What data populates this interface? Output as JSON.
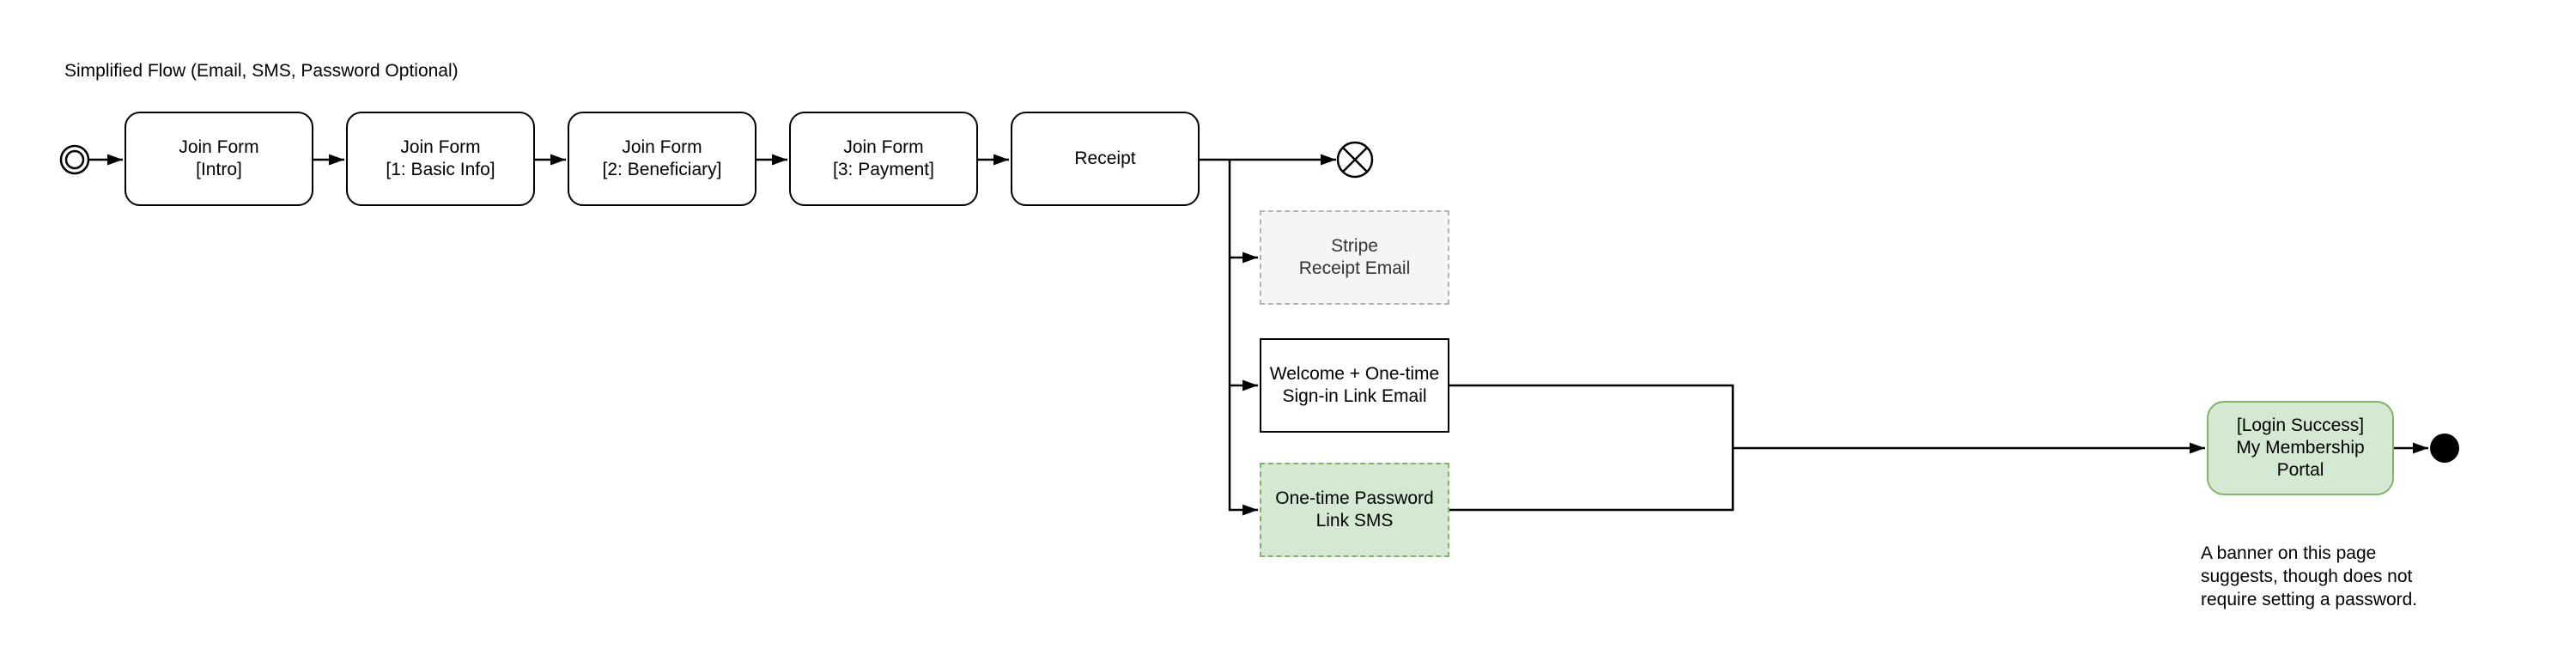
{
  "title": "Simplified Flow (Email, SMS, Password Optional)",
  "nodes": {
    "join_intro": {
      "lines": [
        "Join Form",
        "[Intro]"
      ]
    },
    "join_basic": {
      "lines": [
        "Join Form",
        "[1: Basic Info]"
      ]
    },
    "join_beneficiary": {
      "lines": [
        "Join Form",
        "[2: Beneficiary]"
      ]
    },
    "join_payment": {
      "lines": [
        "Join Form",
        "[3: Payment]"
      ]
    },
    "receipt": {
      "lines": [
        "Receipt"
      ]
    },
    "stripe_email": {
      "lines": [
        "Stripe",
        "Receipt Email"
      ]
    },
    "welcome_email": {
      "lines": [
        "Welcome + One-time",
        "Sign-in Link Email"
      ]
    },
    "otp_sms": {
      "lines": [
        "One-time Password",
        "Link SMS"
      ]
    },
    "portal": {
      "lines": [
        "[Login Success]",
        "My Membership",
        "Portal"
      ]
    }
  },
  "note": {
    "lines": [
      "A banner on this page",
      "suggests, though does not",
      "require setting a password."
    ]
  },
  "icons": {
    "start_event": "start-event-icon",
    "cancel_end_event": "cancel-end-event-icon",
    "end_event": "end-event-icon"
  },
  "colors": {
    "line": "#000000",
    "task_border": "#000000",
    "task_fill": "#ffffff",
    "gray_fill": "#f5f5f5",
    "gray_border": "#b3b3b3",
    "gray_text": "#333333",
    "green_fill": "#d5e8d4",
    "green_border": "#82b366",
    "text": "#000000"
  }
}
